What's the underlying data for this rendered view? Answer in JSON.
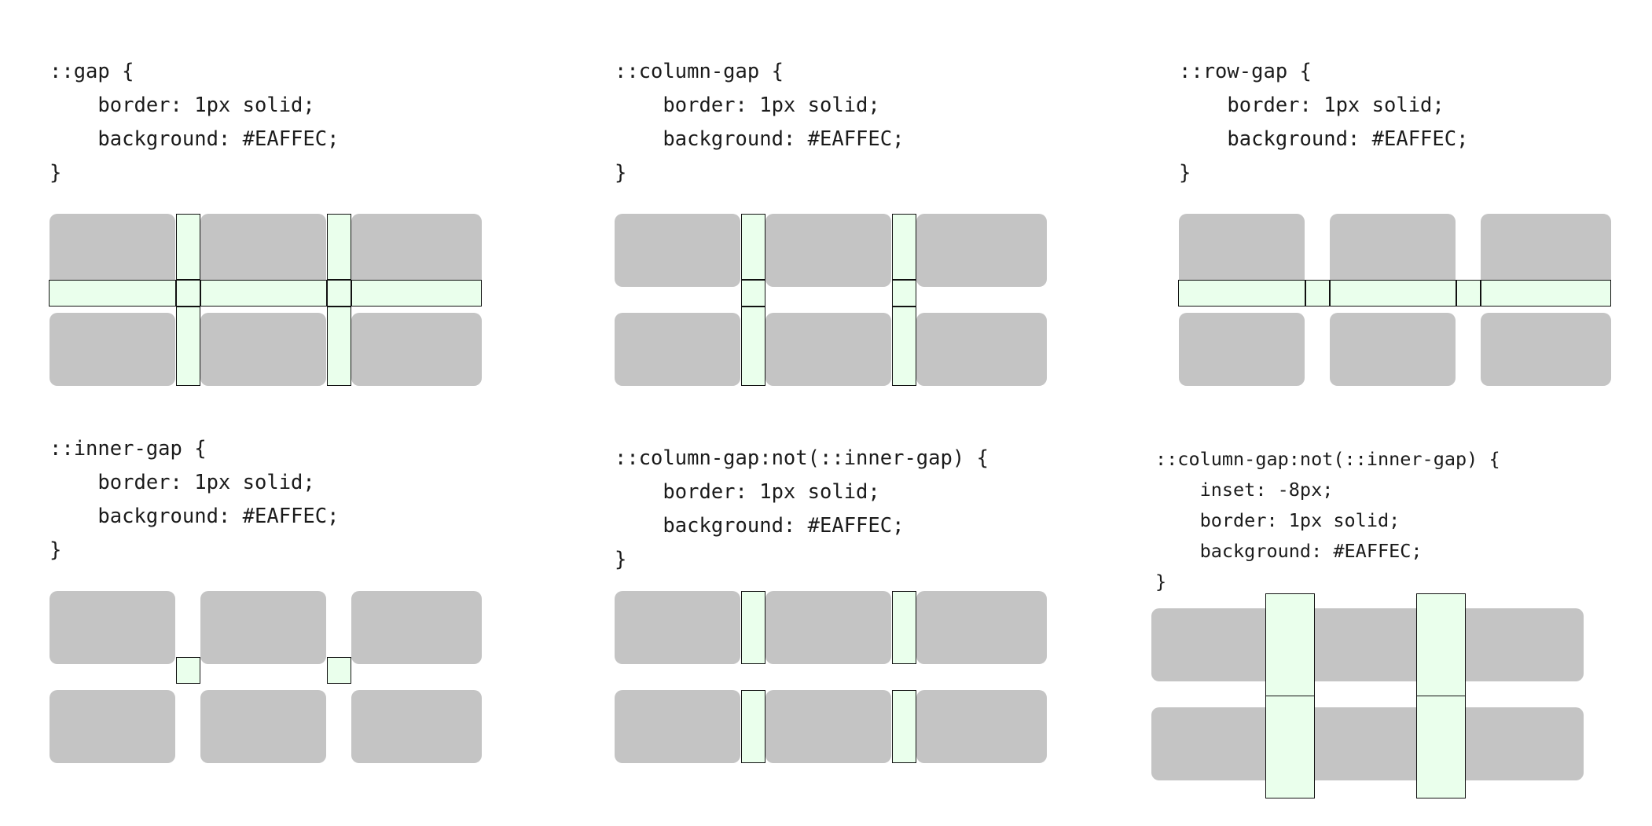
{
  "page": {
    "title": "CSS gap pseudo-element selectors illustration",
    "colors": {
      "gap_fill": "#EAFFEC",
      "cell_fill": "#C4C4C4",
      "border": "#111111",
      "background": "#FFFFFF"
    }
  },
  "panels": [
    {
      "id": "gap",
      "selector": "::gap",
      "code": "::gap {\n    border: 1px solid;\n    background: #EAFFEC;\n}",
      "code_lines": [
        "::gap {",
        "    border: 1px solid;",
        "    background: #EAFFEC;",
        "}"
      ],
      "declarations": [
        {
          "property": "border",
          "value": "1px solid"
        },
        {
          "property": "background",
          "value": "#EAFFEC"
        }
      ],
      "diagram": {
        "grid": {
          "columns": 3,
          "rows": 2
        },
        "highlighted_regions": [
          "column-gap-1",
          "column-gap-2",
          "row-gap-1",
          "inner-gap-1",
          "inner-gap-2"
        ],
        "description": "All gap regions highlighted: both column gaps span full grid height, the row gap spans full grid width, intersections outlined."
      }
    },
    {
      "id": "column-gap",
      "selector": "::column-gap",
      "code": "::column-gap {\n    border: 1px solid;\n    background: #EAFFEC;\n}",
      "code_lines": [
        "::column-gap {",
        "    border: 1px solid;",
        "    background: #EAFFEC;",
        "}"
      ],
      "declarations": [
        {
          "property": "border",
          "value": "1px solid"
        },
        {
          "property": "background",
          "value": "#EAFFEC"
        }
      ],
      "diagram": {
        "grid": {
          "columns": 3,
          "rows": 2
        },
        "highlighted_regions": [
          "column-gap-1",
          "column-gap-2"
        ],
        "description": "Only the two column gaps highlighted, each split into three segments spanning full grid height."
      }
    },
    {
      "id": "row-gap",
      "selector": "::row-gap",
      "code": "::row-gap {\n    border: 1px solid;\n    background: #EAFFEC;\n}",
      "code_lines": [
        "::row-gap {",
        "    border: 1px solid;",
        "    background: #EAFFEC;",
        "}"
      ],
      "declarations": [
        {
          "property": "border",
          "value": "1px solid"
        },
        {
          "property": "background",
          "value": "#EAFFEC"
        }
      ],
      "diagram": {
        "grid": {
          "columns": 3,
          "rows": 2
        },
        "highlighted_regions": [
          "row-gap-1"
        ],
        "description": "Only the single row gap highlighted, split into segments across the full grid width."
      }
    },
    {
      "id": "inner-gap",
      "selector": "::inner-gap",
      "code": "::inner-gap {\n    border: 1px solid;\n    background: #EAFFEC;\n}",
      "code_lines": [
        "::inner-gap {",
        "    border: 1px solid;",
        "    background: #EAFFEC;",
        "}"
      ],
      "declarations": [
        {
          "property": "border",
          "value": "1px solid"
        },
        {
          "property": "background",
          "value": "#EAFFEC"
        }
      ],
      "diagram": {
        "grid": {
          "columns": 3,
          "rows": 2
        },
        "highlighted_regions": [
          "inner-gap-1",
          "inner-gap-2"
        ],
        "description": "Only the two gap intersections highlighted as small squares."
      }
    },
    {
      "id": "column-gap-not-inner-gap",
      "selector": "::column-gap:not(::inner-gap)",
      "code": "::column-gap:not(::inner-gap) {\n    border: 1px solid;\n    background: #EAFFEC;\n}",
      "code_lines": [
        "::column-gap:not(::inner-gap) {",
        "    border: 1px solid;",
        "    background: #EAFFEC;",
        "}"
      ],
      "declarations": [
        {
          "property": "border",
          "value": "1px solid"
        },
        {
          "property": "background",
          "value": "#EAFFEC"
        }
      ],
      "diagram": {
        "grid": {
          "columns": 3,
          "rows": 2
        },
        "highlighted_regions": [
          "column-gap-1-row-1",
          "column-gap-1-row-2",
          "column-gap-2-row-1",
          "column-gap-2-row-2"
        ],
        "description": "Column gap segments beside each row only, excluding the intersections."
      }
    },
    {
      "id": "column-gap-not-inner-gap-inset",
      "selector": "::column-gap:not(::inner-gap)",
      "code": "::column-gap:not(::inner-gap) {\n    inset: -8px;\n    border: 1px solid;\n    background: #EAFFEC;\n}",
      "code_lines": [
        "::column-gap:not(::inner-gap) {",
        "    inset: -8px;",
        "    border: 1px solid;",
        "    background: #EAFFEC;",
        "}"
      ],
      "declarations": [
        {
          "property": "inset",
          "value": "-8px"
        },
        {
          "property": "border",
          "value": "1px solid"
        },
        {
          "property": "background",
          "value": "#EAFFEC"
        }
      ],
      "diagram": {
        "grid": {
          "columns": 3,
          "rows": 2
        },
        "highlighted_regions": [
          "column-gap-1-row-1",
          "column-gap-1-row-2",
          "column-gap-2-row-1",
          "column-gap-2-row-2"
        ],
        "description": "Same as previous but each segment grown 8px outward on all sides, overlapping the cells."
      }
    }
  ]
}
